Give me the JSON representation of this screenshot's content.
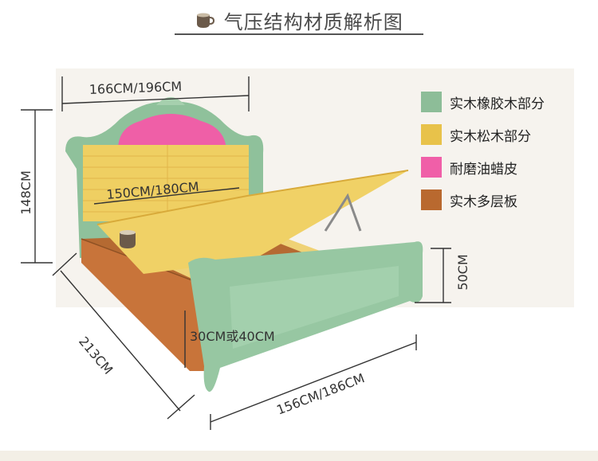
{
  "title": "气压结构材质解析图",
  "dimensions": {
    "headboard_width": "166CM/196CM",
    "headboard_height": "148CM",
    "mattress_width": "150CM/180CM",
    "bed_length": "213CM",
    "bed_width": "156CM/186CM",
    "footboard_height": "50CM",
    "storage_depth": "30CM或40CM"
  },
  "legend": [
    {
      "label": "实木橡胶木部分",
      "color": "#8dbd98"
    },
    {
      "label": "实木松木部分",
      "color": "#e8c24a"
    },
    {
      "label": "耐磨油蜡皮",
      "color": "#f05fa8"
    },
    {
      "label": "实木多层板",
      "color": "#b9692f"
    }
  ]
}
